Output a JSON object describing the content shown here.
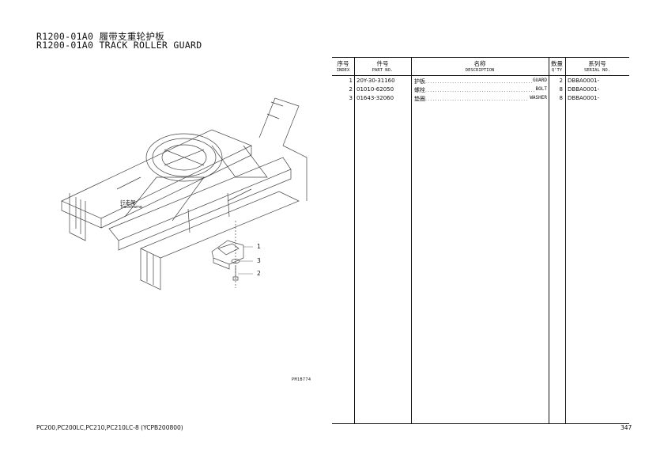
{
  "header": {
    "title_cn": "R1200-01A0 履带支重轮护板",
    "title_en": "R1200-01A0 TRACK ROLLER GUARD"
  },
  "drawing": {
    "trackframe_cn": "行走架",
    "trackframe_en": "Trackframe",
    "ref_code": "PM1B774",
    "callouts": [
      "1",
      "3",
      "2"
    ]
  },
  "table": {
    "headers": [
      {
        "cn": "序号",
        "en": "INDEX"
      },
      {
        "cn": "件号",
        "en": "PART NO."
      },
      {
        "cn": "名称",
        "en": "DESCRIPTION"
      },
      {
        "cn": "数量",
        "en": "Q'TY"
      },
      {
        "cn": "系列号",
        "en": "SERIAL NO."
      }
    ],
    "rows": [
      {
        "index": "1",
        "part_no": "20Y-30-31160",
        "desc_cn": "护板",
        "desc_en": "GUARD",
        "qty": "2",
        "serial": "DBBA0001-"
      },
      {
        "index": "2",
        "part_no": "01010-62050",
        "desc_cn": "螺栓",
        "desc_en": "BOLT",
        "qty": "8",
        "serial": "DBBA0001-"
      },
      {
        "index": "3",
        "part_no": "01643-32060",
        "desc_cn": "垫圈",
        "desc_en": "WASHER",
        "qty": "8",
        "serial": "DBBA0001-"
      }
    ]
  },
  "footer": {
    "models": "PC200,PC200LC,PC210,PC210LC-8 (YCPB200800)",
    "page_number": "347"
  }
}
